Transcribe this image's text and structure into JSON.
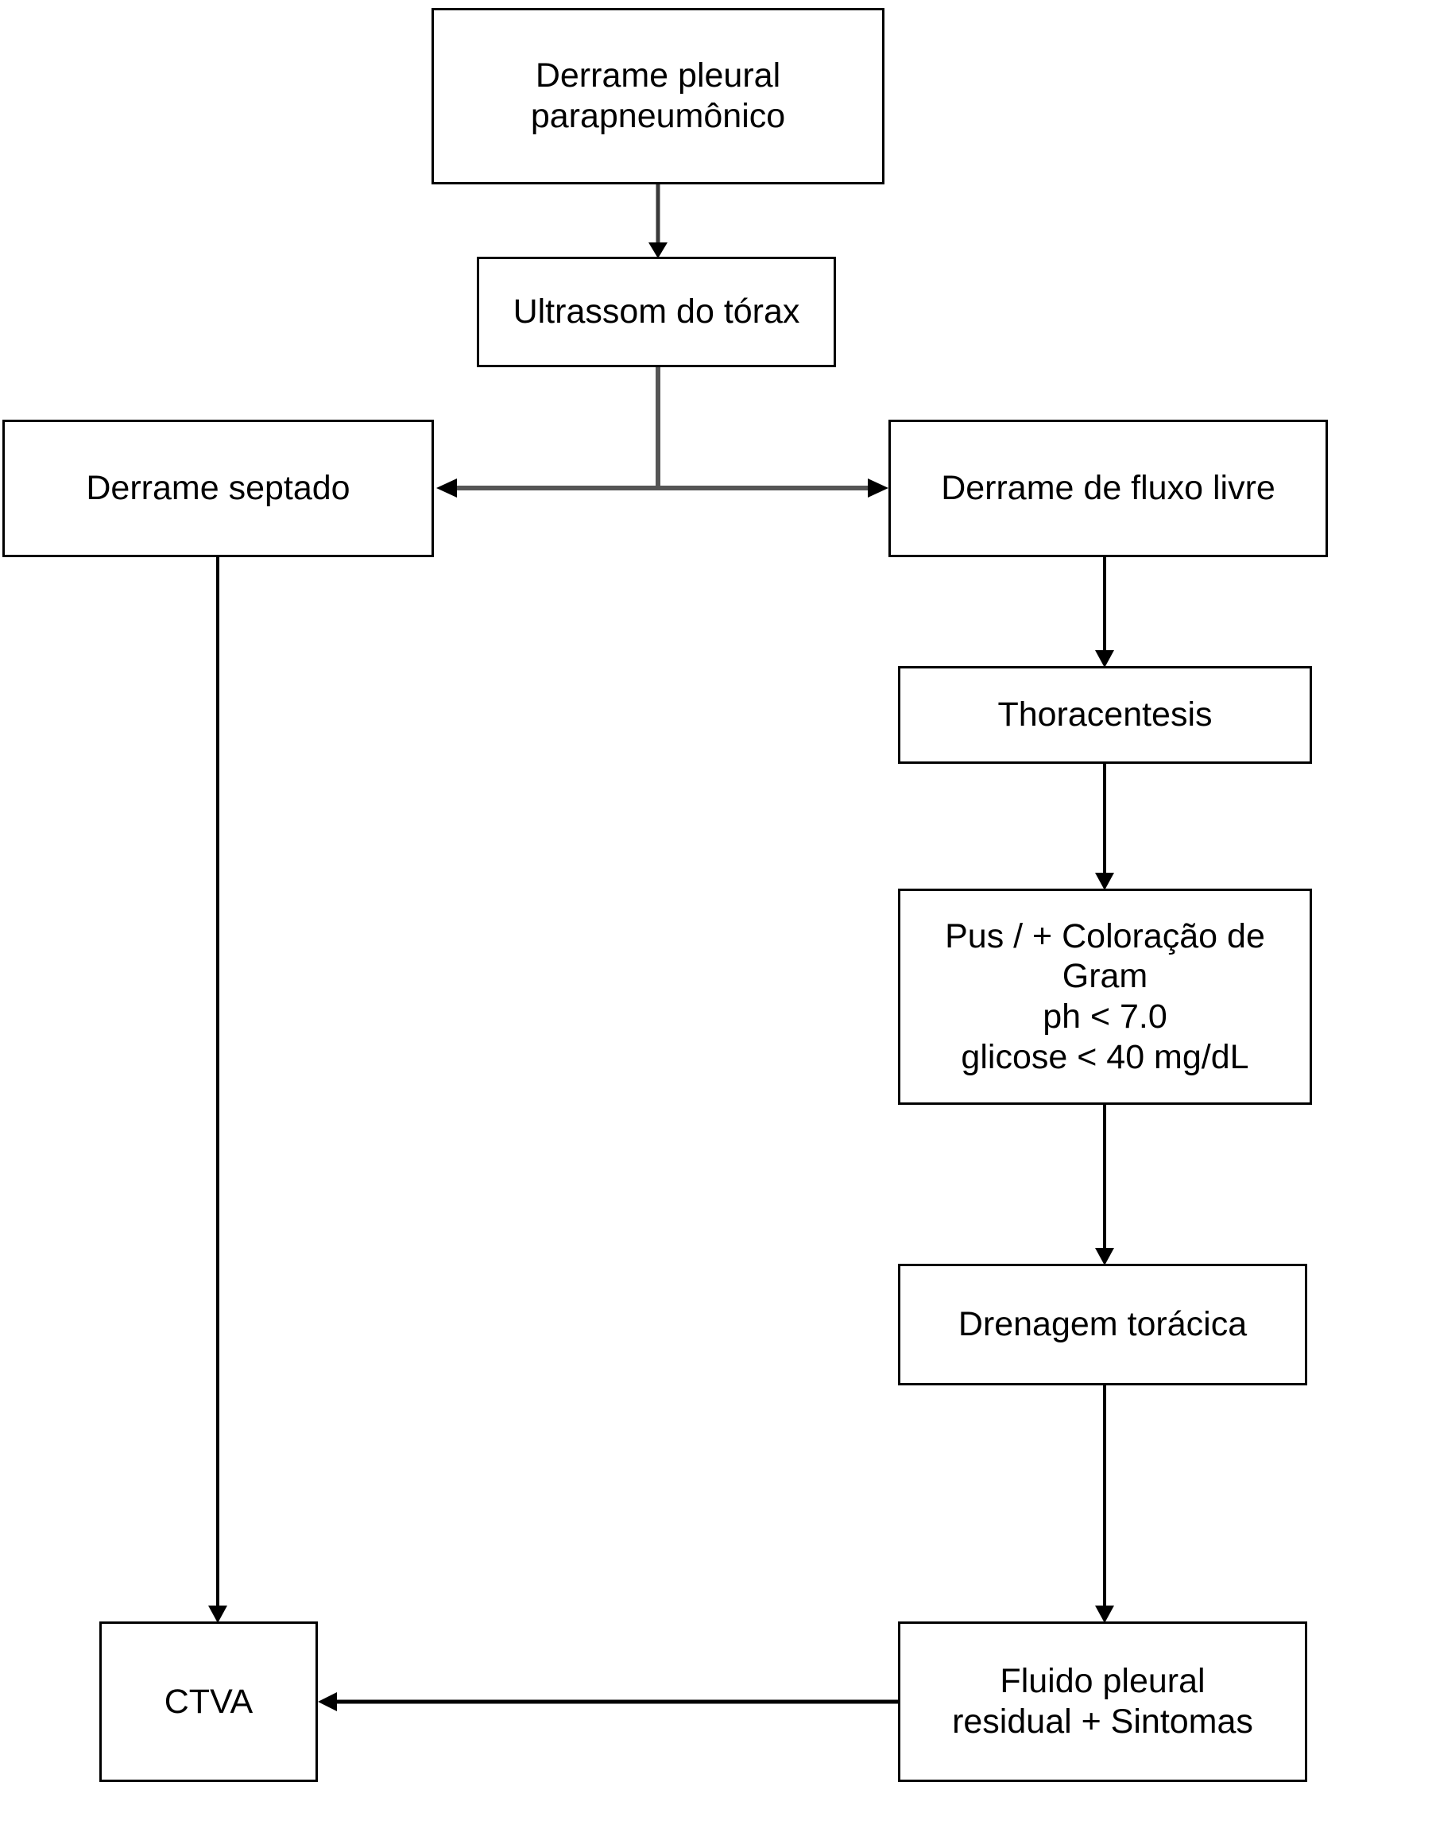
{
  "diagram": {
    "title": "Derrame pleural parapneumonico - fluxograma de manejo",
    "language": "pt-BR",
    "background_color": "#ffffff",
    "line_color": "#000000",
    "text_color": "#000000"
  },
  "nodes": {
    "root": {
      "id": "derrame-pleural-parapneumonico",
      "lines": [
        "Derrame pleural",
        "parapneumônico"
      ]
    },
    "ultrassom": {
      "id": "ultrassom-do-torax",
      "lines": [
        "Ultrassom do tórax"
      ]
    },
    "septado": {
      "id": "derrame-septado",
      "lines": [
        "Derrame septado"
      ]
    },
    "fluxo_livre": {
      "id": "derrame-de-fluxo-livre",
      "lines": [
        "Derrame de fluxo livre"
      ]
    },
    "thoracentesis": {
      "id": "thoracentesis",
      "lines": [
        "Thoracentesis"
      ]
    },
    "criterios": {
      "id": "criterios-liquido-pleural",
      "lines": [
        "Pus / + Coloração de",
        "Gram",
        "ph < 7.0",
        "glicose < 40 mg/dL"
      ]
    },
    "drenagem": {
      "id": "drenagem-toracica",
      "lines": [
        "Drenagem torácica"
      ]
    },
    "ctva": {
      "id": "ctva",
      "lines": [
        "CTVA"
      ]
    },
    "fluido_residual": {
      "id": "fluido-pleural-residual-sintomas",
      "lines": [
        "Fluido pleural",
        "residual + Sintomas"
      ]
    }
  },
  "edges": [
    {
      "id": "root-to-ultrassom",
      "from": "root",
      "to": "ultrassom",
      "direction": "down",
      "arrowheads": "end"
    },
    {
      "id": "ultrassom-to-split",
      "from": "ultrassom",
      "to": "split-junction",
      "direction": "down",
      "arrowheads": "none"
    },
    {
      "id": "split-to-septado-livre",
      "from": "split-junction",
      "to": "septado+livre",
      "direction": "horizontal",
      "arrowheads": "both"
    },
    {
      "id": "livre-to-thoracentesis",
      "from": "fluxo_livre",
      "to": "thoracentesis",
      "direction": "down",
      "arrowheads": "end"
    },
    {
      "id": "thoracentesis-to-criterios",
      "from": "thoracentesis",
      "to": "criterios",
      "direction": "down",
      "arrowheads": "end"
    },
    {
      "id": "criterios-to-drenagem",
      "from": "criterios",
      "to": "drenagem",
      "direction": "down",
      "arrowheads": "end"
    },
    {
      "id": "drenagem-to-fluido",
      "from": "drenagem",
      "to": "fluido_residual",
      "direction": "down",
      "arrowheads": "end"
    },
    {
      "id": "septado-to-ctva",
      "from": "septado",
      "to": "ctva",
      "direction": "down",
      "arrowheads": "end"
    },
    {
      "id": "fluido-to-ctva",
      "from": "fluido_residual",
      "to": "ctva",
      "direction": "left",
      "arrowheads": "end"
    }
  ]
}
